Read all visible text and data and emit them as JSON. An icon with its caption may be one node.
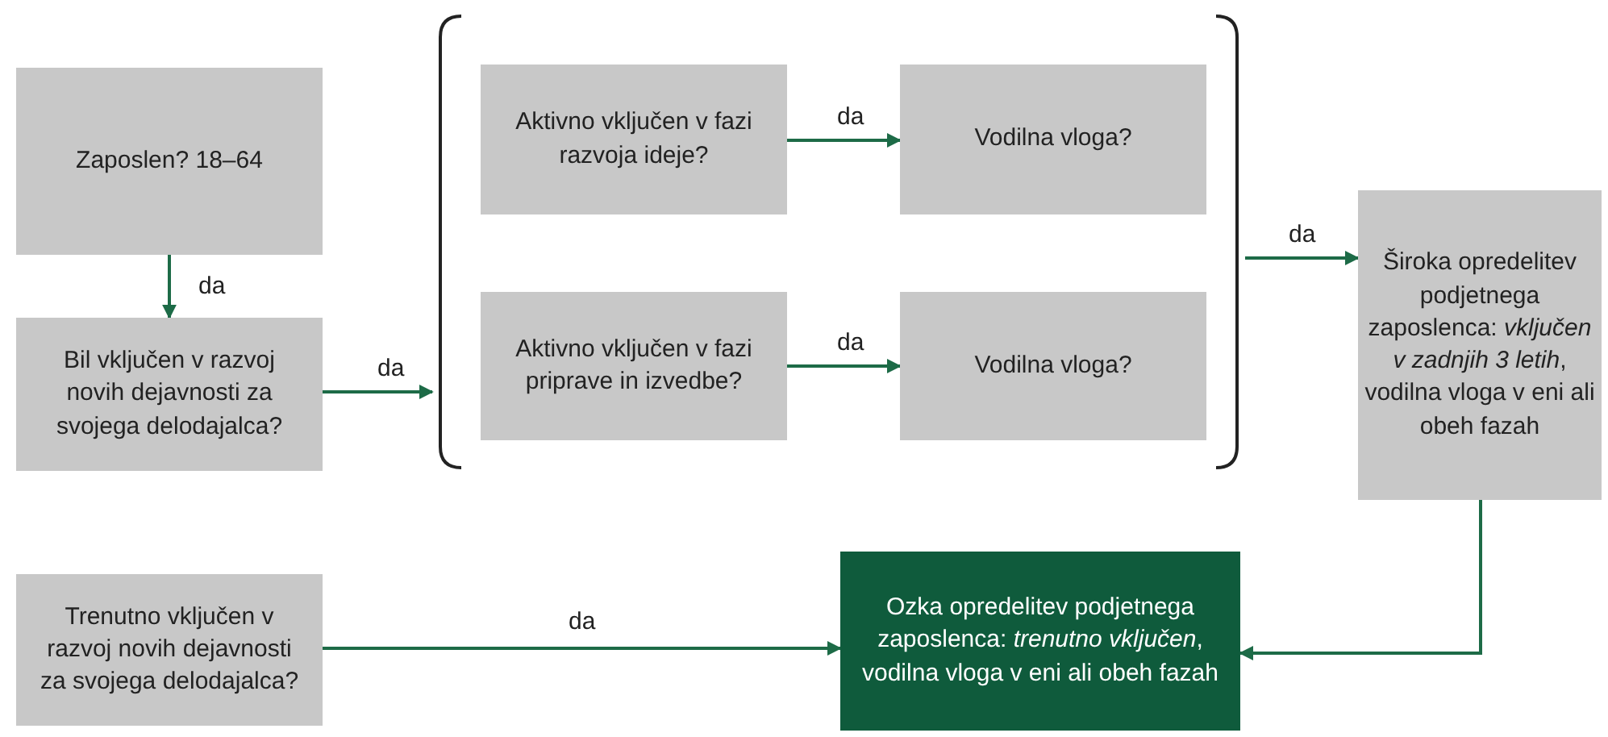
{
  "diagram": {
    "nodes": [
      {
        "text": [
          "Zaposlen? 18–64"
        ]
      },
      {
        "text": [
          "Bil vključen v razvoj novih dejavnosti za svojega delodajalca?"
        ]
      },
      {
        "text": [
          "Trenutno vključen v razvoj novih dejavnosti za svojega delodajalca?"
        ]
      },
      {
        "text": [],
        "shape": "bracket"
      },
      {
        "text": [
          "Aktivno vključen v fazi razvoja ideje?"
        ],
        "in": 3
      },
      {
        "text": [
          "Vodilna vloga?"
        ],
        "in": 3
      },
      {
        "text": [
          "Aktivno vključen v fazi priprave in izvedbe?"
        ],
        "in": 3
      },
      {
        "text": [
          "Vodilna vloga?"
        ],
        "in": 3
      },
      {
        "text": [
          "Široka opredelitev podjetnega zaposlenca: *vključen v zadnjih 3 letih*, vodilna vloga v eni ali obeh fazah"
        ]
      },
      {
        "text": [
          "Ozka opredelitev podjetnega zaposlenca: *trenutno vključen*, vodilna vloga v eni ali obeh fazah"
        ]
      }
    ],
    "edges": [
      {
        "from": 0,
        "to": 1,
        "arrow": "to",
        "label": "da"
      },
      {
        "from": 1,
        "to": 3,
        "arrow": "to",
        "label": "da"
      },
      {
        "from": 2,
        "to": 9,
        "arrow": "to",
        "label": "da"
      },
      {
        "from": 4,
        "to": 5,
        "arrow": "to",
        "label": "da"
      },
      {
        "from": 6,
        "to": 7,
        "arrow": "to",
        "label": "da"
      },
      {
        "from": 3,
        "to": 8,
        "arrow": "to",
        "label": "da"
      },
      {
        "from": 8,
        "to": 9,
        "arrow": "to"
      }
    ]
  }
}
